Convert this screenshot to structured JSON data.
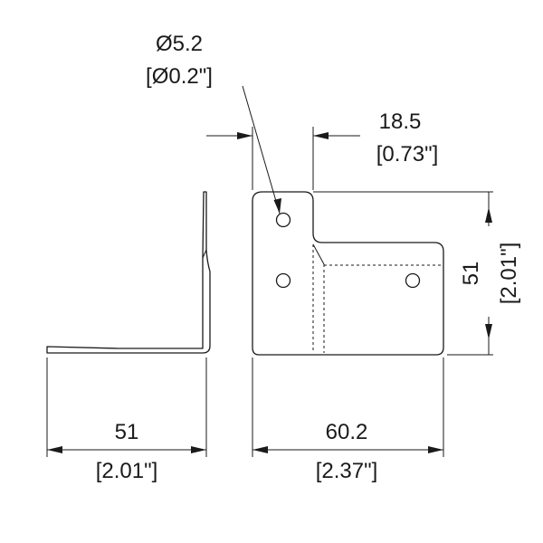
{
  "dimensions": {
    "hole_diameter": {
      "metric": "Ø5.2",
      "imperial": "[Ø0.2\"]"
    },
    "tab_width": {
      "metric": "18.5",
      "imperial": "[0.73\"]"
    },
    "height": {
      "metric": "51",
      "imperial": "[2.01\"]"
    },
    "side_leg": {
      "metric": "51",
      "imperial": "[2.01\"]"
    },
    "front_width": {
      "metric": "60.2",
      "imperial": "[2.37\"]"
    }
  }
}
